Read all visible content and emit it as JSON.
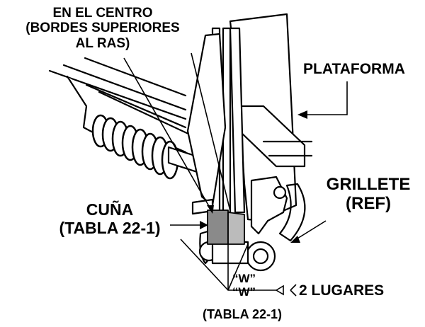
{
  "labels": {
    "center_line1": "EN EL CENTRO",
    "center_line2": "(BORDES SUPERIORES",
    "center_line3": "AL RAS)",
    "platform": "PLATAFORMA",
    "shackle_line1": "GRILLETE",
    "shackle_line2": "(REF)",
    "wedge_line1": "CUÑA",
    "wedge_line2": "(TABLA 22-1)",
    "w_upper": "“W”",
    "w_lower": "“W”",
    "places": "2 LUGARES",
    "table_ref": "(TABLA 22-1)"
  },
  "colors": {
    "ink": "#000000",
    "paper": "#ffffff",
    "shade": "#8a8a8a"
  }
}
